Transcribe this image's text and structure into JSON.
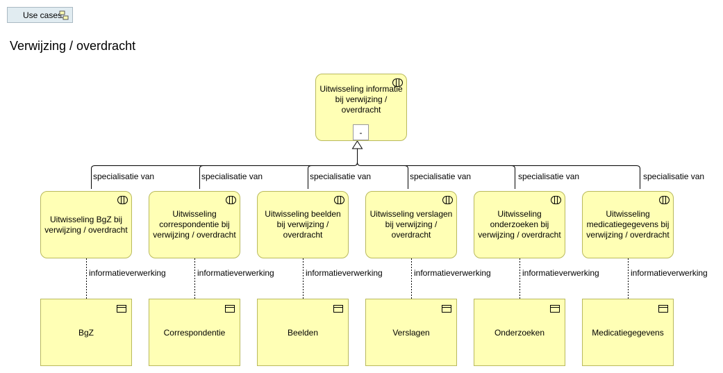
{
  "toolbar": {
    "tab_label": "Use cases",
    "tab_icon": "hierarchy-icon"
  },
  "diagram": {
    "title": "Verwijzing / overdracht",
    "root": {
      "label": "Uitwisseling informatie bij verwijzing / overdracht",
      "collapse_label": "-",
      "icon": "business-service-icon"
    },
    "edge_label_spec": "specialisatie van",
    "edge_label_info": "informatieverwerking",
    "services": [
      {
        "label": "Uitwisseling BgZ bij verwijzing / overdracht"
      },
      {
        "label": "Uitwisseling correspondentie bij verwijzing / overdracht"
      },
      {
        "label": "Uitwisseling beelden bij verwijzing / overdracht"
      },
      {
        "label": "Uitwisseling verslagen bij verwijzing / overdracht"
      },
      {
        "label": "Uitwisseling onderzoeken bij verwijzing / overdracht"
      },
      {
        "label": "Uitwisseling medicatiegegevens bij verwijzing / overdracht"
      }
    ],
    "objects": [
      {
        "label": "BgZ"
      },
      {
        "label": "Correspondentie"
      },
      {
        "label": "Beelden"
      },
      {
        "label": "Verslagen"
      },
      {
        "label": "Onderzoeken"
      },
      {
        "label": "Medicatiegegevens"
      }
    ],
    "colors": {
      "element_fill": "#ffffb5",
      "element_border": "#b9b95c",
      "tab_fill": "#e1ecf1"
    }
  }
}
